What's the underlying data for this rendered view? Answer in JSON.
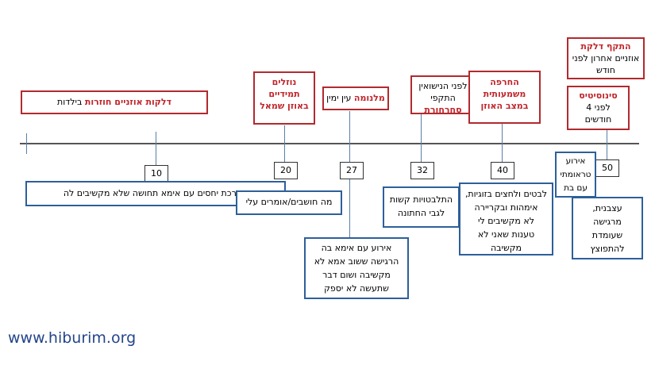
{
  "red_boxes": [
    {
      "key": "childhood",
      "hl": "דלקות אוזניים חוזרות",
      "rest": " בילדות"
    },
    {
      "key": "tinnitus",
      "lines": [
        "נוזלים",
        "תמידיים",
        "באוזן שמאל"
      ]
    },
    {
      "key": "right_eye",
      "hl": "מלנומה",
      "rest": " עין ימין"
    },
    {
      "key": "panic",
      "line1": "לפני הנישואין",
      "pre": "התקפי ",
      "hl": "סחרחורת"
    },
    {
      "key": "worsening",
      "lines": [
        "החרפה",
        "משמעותית",
        "במצב האוזן"
      ]
    },
    {
      "key": "sinusitis",
      "hl": "סינוסיטיס",
      "rest1": "לפני 4",
      "rest2": "חודשים"
    },
    {
      "key": "attack",
      "hl": "התקף דלקת",
      "rest1": "אוזניים אחרון לפני",
      "rest2": "חודש"
    }
  ],
  "ages": [
    "10",
    "20",
    "27",
    "32",
    "40",
    "50"
  ],
  "blue_boxes": {
    "age10": "מערכת יחסים עם אימא תחושה שלא מקשיבים לה",
    "age20": "מה חושבים/אומרים עלי",
    "age27": [
      "אירוע עם אימא בה",
      "הרגישה ששוב אמא לא",
      "מקשיבה ושום דבר",
      "שתעשה לא יספק"
    ],
    "age32": [
      "התלבטויות קשות",
      "לגבי החתונה"
    ],
    "age40": [
      "לבטים ולחצים בזוגיות,",
      "אימהות ובקריירה",
      "לא מקשיבים לי",
      "טענות שאני לא",
      "מקשיבה"
    ],
    "age50a": [
      "אירוע",
      "טראומתי",
      "עם בת"
    ],
    "age50b": [
      "עצבנית,",
      "מרגישה",
      "שעומדת",
      "להתפוצץ"
    ]
  },
  "footer": "www.hiburim.org"
}
